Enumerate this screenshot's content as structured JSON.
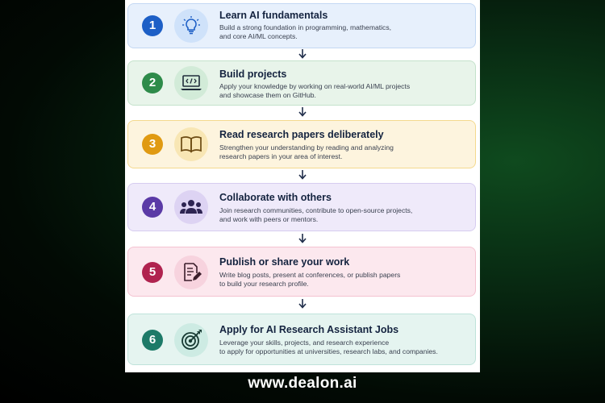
{
  "steps": [
    {
      "number": "1",
      "title": "Learn AI fundamentals",
      "desc": [
        "Build a strong foundation in programming, mathematics,",
        "and core AI/ML concepts."
      ],
      "icon": "lightbulb-icon",
      "accent": "#1d5fc6",
      "bg": "#e7f0fc",
      "border": "#c3d8f3",
      "icon_bg": "#cfe2fa"
    },
    {
      "number": "2",
      "title": "Build projects",
      "desc": [
        "Apply your knowledge by working on real-world AI/ML projects",
        "and showcase them on GitHub."
      ],
      "icon": "laptop-code-icon",
      "accent": "#2e8b4a",
      "bg": "#e8f4ea",
      "border": "#c4e2cb",
      "icon_bg": "#d2ebd8"
    },
    {
      "number": "3",
      "title": "Read research papers deliberately",
      "desc": [
        "Strengthen your understanding by reading and analyzing",
        "research papers in your area of interest."
      ],
      "icon": "open-book-icon",
      "accent": "#e09a12",
      "bg": "#fdf4de",
      "border": "#f4d98e",
      "icon_bg": "#f8e6b4"
    },
    {
      "number": "4",
      "title": "Collaborate with others",
      "desc": [
        "Join research communities, contribute to open-source projects,",
        "and work with peers or mentors."
      ],
      "icon": "people-group-icon",
      "accent": "#5b3aa6",
      "bg": "#efeafa",
      "border": "#d6ccf0",
      "icon_bg": "#ddd3f3"
    },
    {
      "number": "5",
      "title": "Publish or share your work",
      "desc": [
        "Write blog posts, present at conferences, or publish papers",
        "to build your research profile."
      ],
      "icon": "document-pen-icon",
      "accent": "#b0234f",
      "bg": "#fce8ee",
      "border": "#f4c3d1",
      "icon_bg": "#f7d3de"
    },
    {
      "number": "6",
      "title": "Apply for AI Research Assistant Jobs",
      "desc": [
        "Leverage your skills, projects, and research experience",
        "to apply for opportunities at universities, research labs, and companies."
      ],
      "icon": "target-arrow-icon",
      "accent": "#1d7a68",
      "bg": "#e5f4f0",
      "border": "#bfe3da",
      "icon_bg": "#cdebe3"
    }
  ],
  "footer": "www.dealon.ai"
}
